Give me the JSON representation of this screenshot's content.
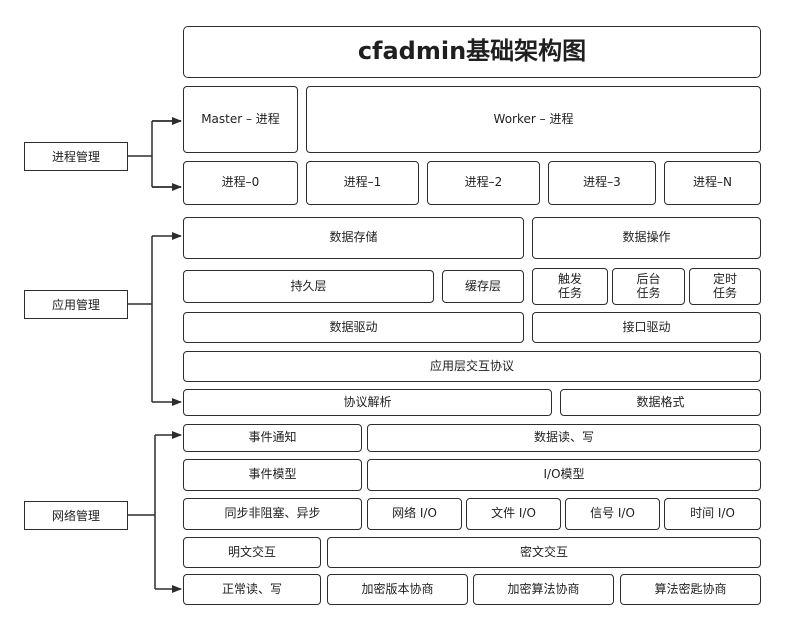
{
  "title": "cfadmin基础架构图",
  "process": {
    "label": "进程管理",
    "master": "Master – 进程",
    "worker": "Worker – 进程",
    "p0": "进程–0",
    "p1": "进程–1",
    "p2": "进程–2",
    "p3": "进程–3",
    "pn": "进程–N"
  },
  "app": {
    "label": "应用管理",
    "storage": "数据存储",
    "ops": "数据操作",
    "persist": "持久层",
    "cache": "缓存层",
    "trigger_line1": "触发",
    "trigger_line2": "任务",
    "background_line1": "后台",
    "background_line2": "任务",
    "timed_line1": "定时",
    "timed_line2": "任务",
    "driver": "数据驱动",
    "iface": "接口驱动",
    "protocol": "应用层交互协议",
    "parse": "协议解析",
    "format": "数据格式"
  },
  "net": {
    "label": "网络管理",
    "notify": "事件通知",
    "rw": "数据读、写",
    "event_model": "事件模型",
    "io_model": "I/O模型",
    "sync": "同步非阻塞、异步",
    "net_io": "网络 I/O",
    "file_io": "文件 I/O",
    "signal_io": "信号 I/O",
    "time_io": "时间 I/O",
    "plain": "明文交互",
    "cipher": "密文交互",
    "normal_rw": "正常读、写",
    "ver_neg": "加密版本协商",
    "alg_neg": "加密算法协商",
    "key_neg": "算法密匙协商"
  },
  "colors": {
    "border": "#2d2d2d",
    "text": "#1f1f1f",
    "background": "#ffffff"
  }
}
